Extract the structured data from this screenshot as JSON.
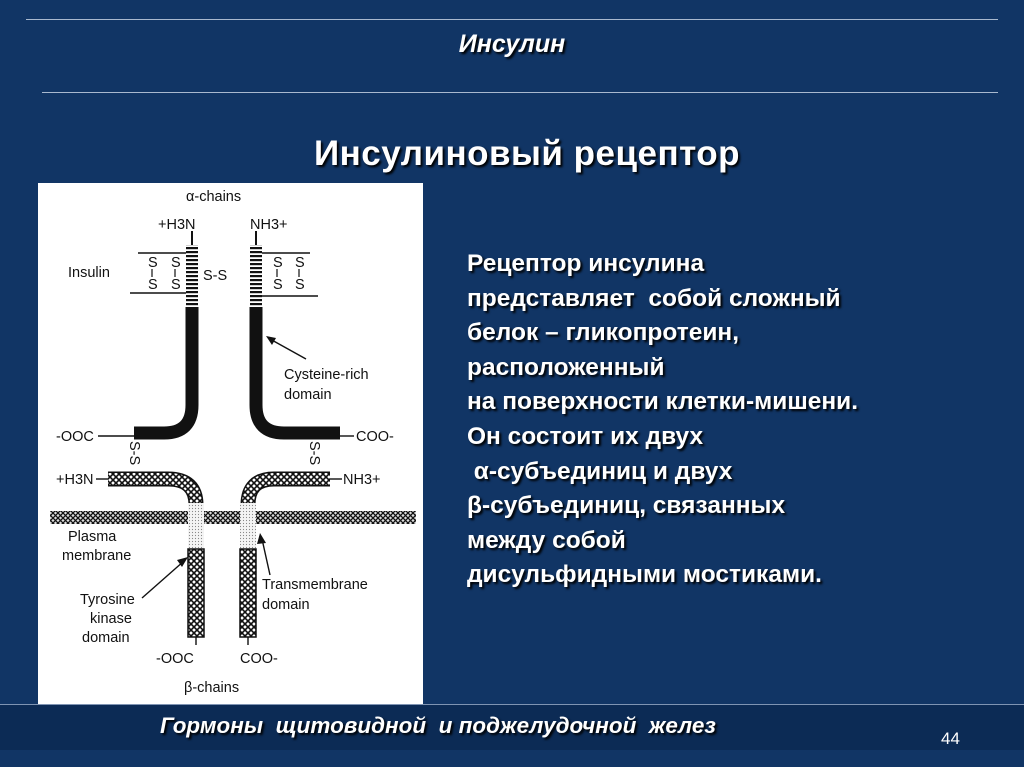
{
  "header": {
    "title": "Инсулин"
  },
  "slide": {
    "heading": "Инсулиновый рецептор"
  },
  "figure": {
    "alpha_chains": "α-chains",
    "beta_chains": "β-chains",
    "h3n_top": "+H3N",
    "nh3_top": "NH3+",
    "insulin": "Insulin",
    "ss_horizontal": "S-S",
    "s": "S",
    "cysteine_rich_line1": "Cysteine-rich",
    "cysteine_rich_line2": "domain",
    "ooc_left": "-OOC",
    "coo_right": "COO-",
    "ss_vertical": "S-S",
    "h3n_mid": "+H3N",
    "nh3_mid": "NH3+",
    "plasma_line1": "Plasma",
    "plasma_line2": "membrane",
    "transmembrane_line1": "Transmembrane",
    "transmembrane_line2": "domain",
    "tyrosine_line1": "Tyrosine",
    "tyrosine_line2": "kinase",
    "tyrosine_line3": "domain",
    "ooc_bottom": "-OOC",
    "coo_bottom": "COO-"
  },
  "body": {
    "lines": [
      "Рецептор инсулина",
      "представляет  собой сложный",
      "белок – гликопротеин,",
      "расположенный",
      "на поверхности клетки-мишени.",
      "Он состоит их двух",
      " α-субъединиц и двух",
      "β-субъединиц, связанных",
      "между собой",
      "дисульфидными мостиками."
    ]
  },
  "footer": {
    "text": "Гормоны  щитовидной  и поджелудочной  желез",
    "page_number": "44"
  }
}
